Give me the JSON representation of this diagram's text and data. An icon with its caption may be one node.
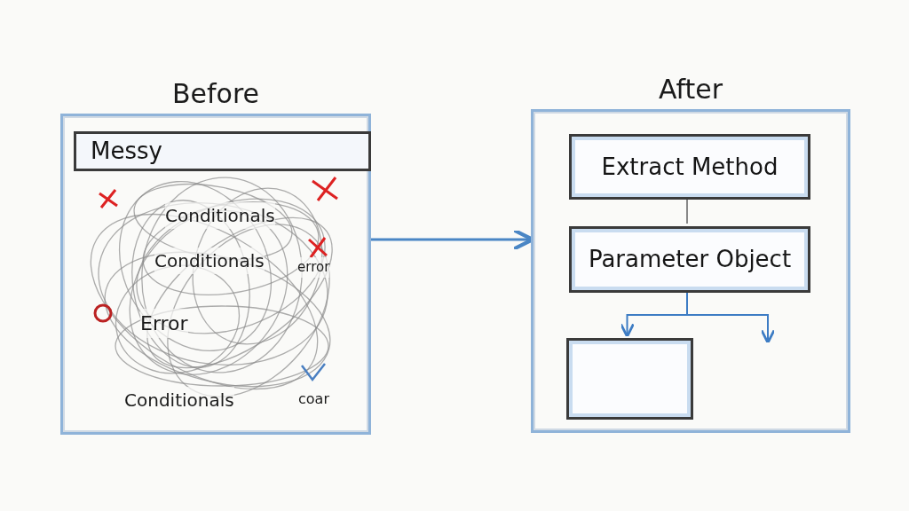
{
  "diagram": {
    "nodes": [
      {
        "text": [
          "Before"
        ]
      },
      {
        "text": [
          "Messy"
        ],
        "in": 0
      },
      {
        "text": [
          "After"
        ]
      },
      {
        "text": [
          "Extract Method"
        ],
        "in": 2
      },
      {
        "text": [
          "Parameter Object"
        ],
        "in": 2
      },
      {
        "text": [],
        "shape": "box",
        "in": 2
      }
    ],
    "edges": [
      {
        "from": 0,
        "to": 2,
        "arrow": "to",
        "color": "#4a86c5"
      },
      {
        "from": 3,
        "to": 4,
        "arrow": "none"
      },
      {
        "from": 4,
        "to": 5,
        "arrow": "to",
        "color": "#3d7cc4"
      },
      {
        "from": 4,
        "to": null,
        "arrow": "to",
        "color": "#3d7cc4"
      }
    ],
    "labels": [
      "Conditionals",
      "Conditionals",
      "error",
      "Error",
      "Conditionals",
      "coar"
    ]
  }
}
